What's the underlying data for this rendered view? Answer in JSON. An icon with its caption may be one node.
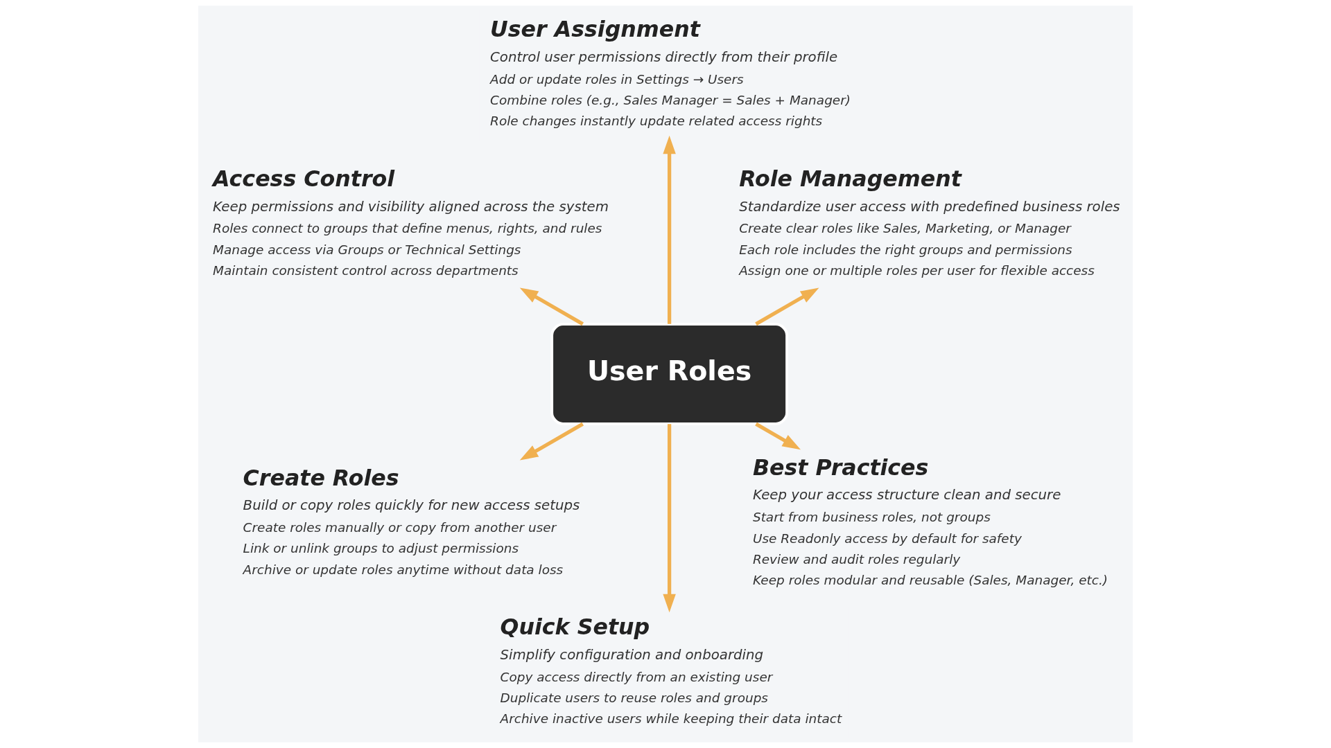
{
  "diagram": {
    "nodes": [
      {
        "text": [
          "Role Management",
          "Standardize user access with predefined business roles",
          "Create clear roles like Sales, Marketing, or Manager",
          "Each role includes the right groups and permissions",
          "Assign one or multiple roles per user for flexible access"
        ]
      },
      {
        "text": [
          "User Assignment",
          "Control user permissions directly from their profile",
          "Add or update roles in Settings → Users",
          "Combine roles (e.g., Sales Manager = Sales + Manager)",
          "Role changes instantly update related access rights"
        ]
      },
      {
        "text": [
          "Access Control",
          "Keep permissions and visibility aligned across the system",
          "Roles connect to groups that define menus, rights, and rules",
          "Manage access via Groups or Technical Settings",
          "Maintain consistent control across departments"
        ]
      },
      {
        "text": [
          "User Roles"
        ]
      },
      {
        "text": [
          "Create Roles",
          "Build or copy roles quickly for new access setups",
          "Create roles manually or copy from another user",
          "Link or unlink groups to adjust permissions",
          "Archive or update roles anytime without data loss"
        ]
      },
      {
        "text": [
          "Quick Setup",
          "Simplify configuration and onboarding",
          "Copy access directly from an existing user",
          "Duplicate users to reuse roles and groups",
          "Archive inactive users while keeping their data intact"
        ]
      },
      {
        "text": [
          "Best Practices",
          "Keep your access structure clean and secure",
          "Start from business roles, not groups",
          "Use Readonly access by default for safety",
          "Review and audit roles regularly",
          "Keep roles modular and reusable (Sales, Manager, etc.)"
        ]
      }
    ],
    "edges": [
      {
        "from": 3,
        "to": 0,
        "arrow": "to"
      },
      {
        "from": 3,
        "to": 1,
        "arrow": "to"
      },
      {
        "from": 3,
        "to": 2,
        "arrow": "to"
      },
      {
        "from": 3,
        "to": 4,
        "arrow": "to"
      },
      {
        "from": 3,
        "to": 5,
        "arrow": "to"
      },
      {
        "from": 3,
        "to": 6,
        "arrow": "to"
      }
    ]
  }
}
